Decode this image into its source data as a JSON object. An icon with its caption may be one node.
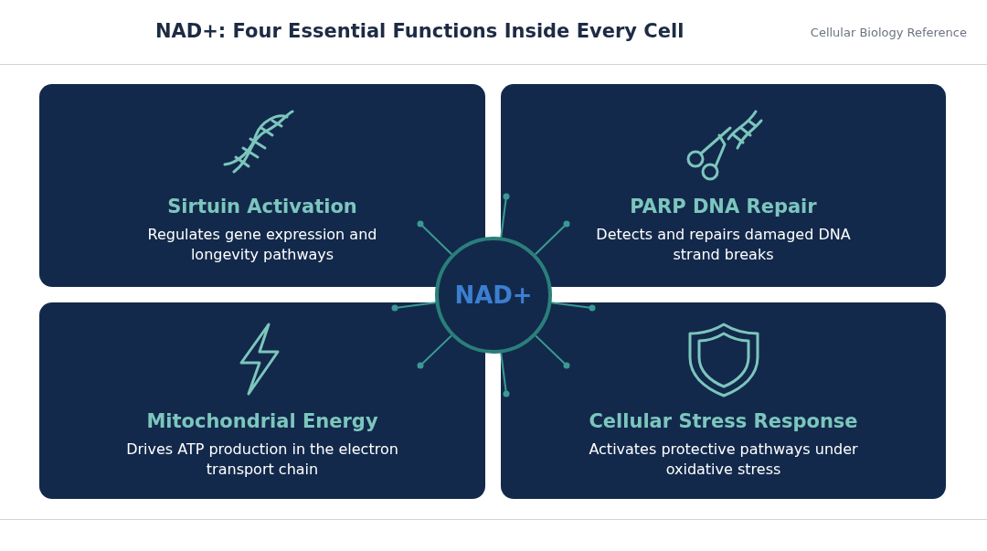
{
  "diagram": {
    "title": "NAD+: Four Essential Functions Inside Every Cell",
    "nodes": [
      {
        "text": [
          "Sirtuin Activation",
          "Regulates gene expression and longevity pathways"
        ]
      },
      {
        "text": [
          "PARP DNA Repair",
          "Detects and repairs damaged DNA strand breaks"
        ]
      },
      {
        "text": [
          "Mitochondrial Energy",
          "Drives ATP production in the electron transport chain"
        ]
      },
      {
        "text": [
          "Cellular Stress Response",
          "Activates protective pathways under oxidative stress"
        ]
      },
      {
        "text": [
          "NAD+"
        ]
      }
    ],
    "edges": [
      {
        "from": 4,
        "to": 1,
        "arrow": "other"
      },
      {
        "from": 4,
        "to": 0,
        "arrow": "other"
      },
      {
        "from": 4,
        "to": 1,
        "arrow": "other"
      },
      {
        "from": 4,
        "to": 2,
        "arrow": "other"
      },
      {
        "from": 4,
        "to": 3,
        "arrow": "other"
      },
      {
        "from": 4,
        "to": 2,
        "arrow": "other"
      },
      {
        "from": 4,
        "to": 3,
        "arrow": "other"
      },
      {
        "from": 4,
        "to": 3,
        "arrow": "other"
      }
    ],
    "labels": [
      "Cellular Biology Reference"
    ]
  }
}
